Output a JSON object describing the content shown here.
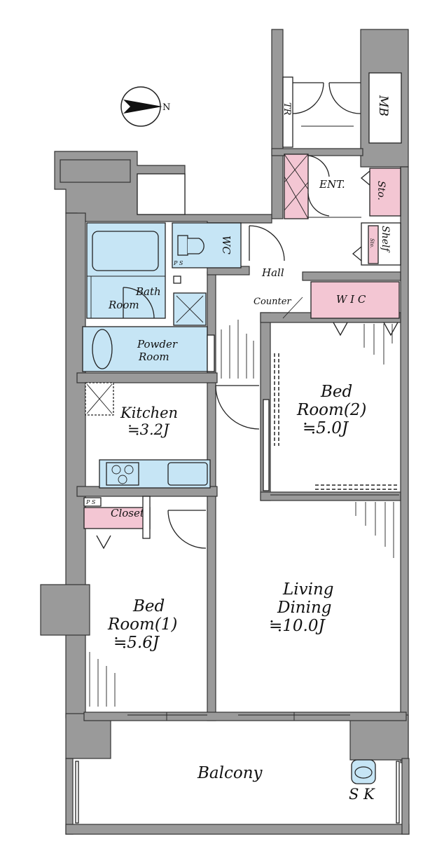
{
  "compass": {
    "north_label": "N"
  },
  "rooms": {
    "tr": "TR",
    "mb": "MB",
    "entrance": "ENT.",
    "storage": "Sto.",
    "shelf": "Shelf",
    "shelf_sto": "Sto.",
    "wc": "WC",
    "ps_upper": "P S",
    "hall": "Hall",
    "counter": "Counter",
    "wic": "W I C",
    "bath_line1": "Bath",
    "bath_line2": "Room",
    "powder_line1": "Powder",
    "powder_line2": "Room",
    "kitchen_line1": "Kitchen",
    "kitchen_line2": "≒3.2J",
    "bed2_line1": "Bed",
    "bed2_line2": "Room(2)",
    "bed2_line3": "≒5.0J",
    "ps_lower": "P S",
    "closet": "Closet",
    "bed1_line1": "Bed",
    "bed1_line2": "Room(1)",
    "bed1_line3": "≒5.6J",
    "living_line1": "Living",
    "living_line2": "Dining",
    "living_line3": "≒10.0J",
    "balcony": "Balcony",
    "sk": "S K"
  },
  "colors": {
    "wall": "#9a9a9a",
    "wet_area": "#c6e5f5",
    "storage": "#f3c6d3"
  }
}
